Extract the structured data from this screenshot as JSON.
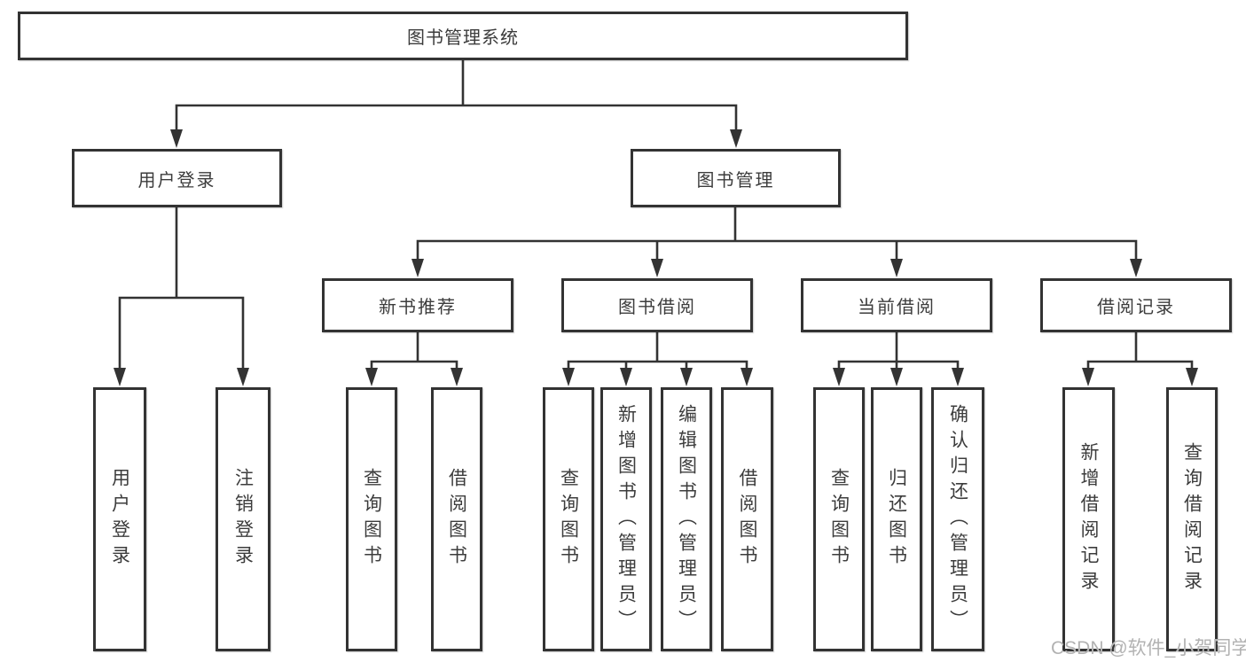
{
  "diagram": {
    "root": {
      "label": "图书管理系统"
    },
    "level2": [
      {
        "id": "user-login",
        "label": "用户登录",
        "parent": "图书管理系统"
      },
      {
        "id": "book-management",
        "label": "图书管理",
        "parent": "图书管理系统"
      }
    ],
    "level3": [
      {
        "id": "new-book-recommendation",
        "label": "新书推荐",
        "parent": "图书管理"
      },
      {
        "id": "book-borrowing",
        "label": "图书借阅",
        "parent": "图书管理"
      },
      {
        "id": "current-borrowing",
        "label": "当前借阅",
        "parent": "图书管理"
      },
      {
        "id": "borrowing-records",
        "label": "借阅记录",
        "parent": "图书管理"
      }
    ],
    "leaves": [
      {
        "label": "用户登录",
        "parent": "用户登录"
      },
      {
        "label": "注销登录",
        "parent": "用户登录"
      },
      {
        "label": "查询图书",
        "parent": "新书推荐"
      },
      {
        "label": "借阅图书",
        "parent": "新书推荐"
      },
      {
        "label": "查询图书",
        "parent": "图书借阅"
      },
      {
        "label": "新增图书（管理员）",
        "parent": "图书借阅"
      },
      {
        "label": "编辑图书（管理员）",
        "parent": "图书借阅"
      },
      {
        "label": "借阅图书",
        "parent": "图书借阅"
      },
      {
        "label": "查询图书",
        "parent": "当前借阅"
      },
      {
        "label": "归还图书",
        "parent": "当前借阅"
      },
      {
        "label": "确认归还（管理员）",
        "parent": "当前借阅"
      },
      {
        "label": "新增借阅记录",
        "parent": "借阅记录"
      },
      {
        "label": "查询借阅记录",
        "parent": "借阅记录"
      }
    ],
    "colors": {
      "line": "#333333",
      "box_border": "#333333",
      "text": "#3c3c3c",
      "background": "#ffffff",
      "watermark": "#b2b2b2"
    }
  },
  "watermark": {
    "text": "CSDN @软件_小贺同学"
  }
}
